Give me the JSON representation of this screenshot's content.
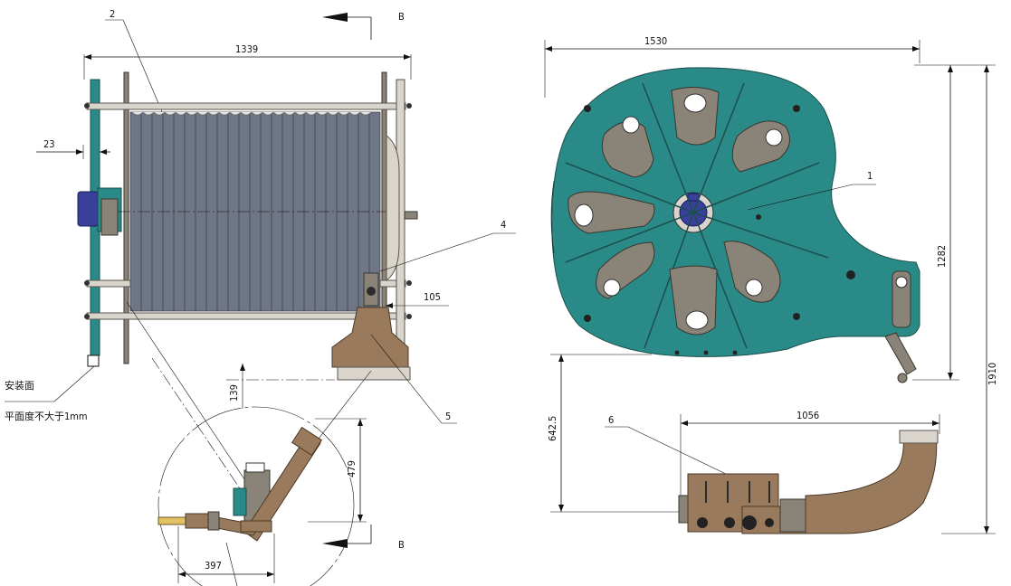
{
  "dimensions": {
    "left_width": "1339",
    "left_offset": "23",
    "left_105": "105",
    "left_139": "139",
    "left_479": "479",
    "left_397": "397",
    "right_width": "1530",
    "right_1282": "1282",
    "right_1910": "1910",
    "right_642": "642.5",
    "right_1056": "1056"
  },
  "callouts": {
    "c1": "1",
    "c2": "2",
    "c4": "4",
    "c5": "5",
    "c6": "6"
  },
  "section": {
    "top": "B",
    "bottom": "B"
  },
  "notes": {
    "mount_face": "安装面",
    "flatness": "平面度不大于1mm"
  },
  "colors": {
    "frame": "#2a8a87",
    "drum": "#6f7685",
    "motor": "#3a3f9a",
    "pipe": "#9a7a5c",
    "plate": "#8a8378"
  }
}
